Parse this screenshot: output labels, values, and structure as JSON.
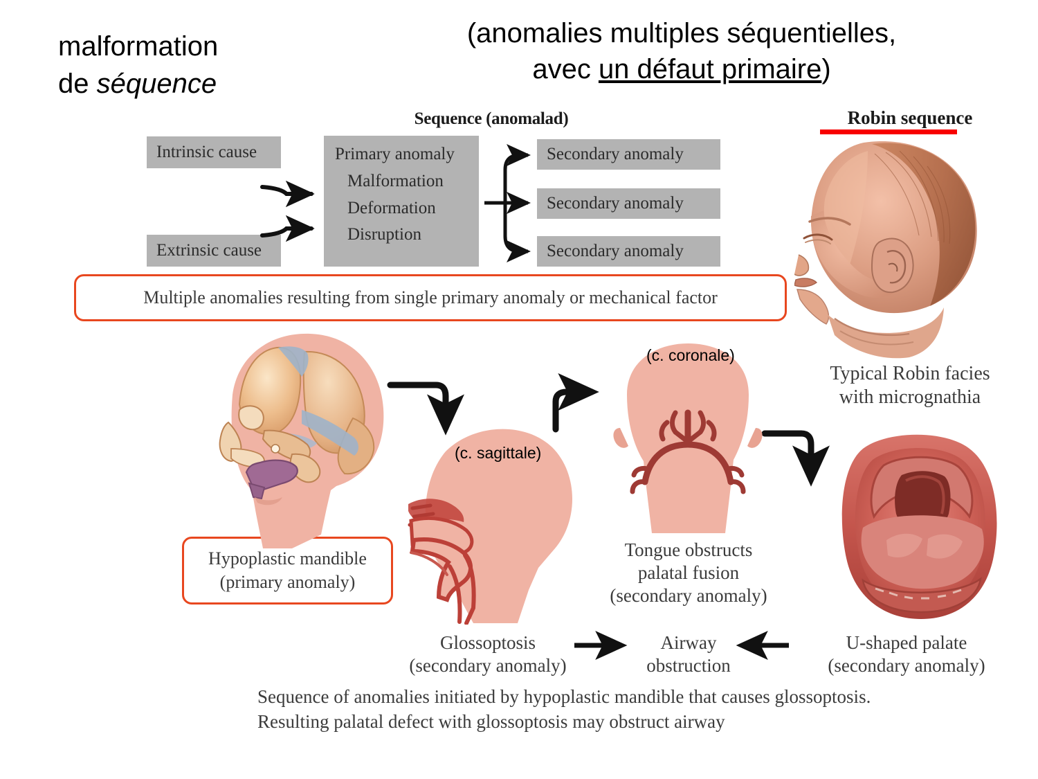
{
  "slide": {
    "title_left_line1": "malformation",
    "title_left_line2_prefix": "de ",
    "title_left_line2_italic": "séquence",
    "title_right_line1": "(anomalies multiples séquentielles,",
    "title_right_line2_prefix": "avec ",
    "title_right_line2_underlined": "un défaut primaire",
    "title_right_line2_suffix": ")"
  },
  "flowchart": {
    "heading": "Sequence (anomalad)",
    "intrinsic_cause": "Intrinsic cause",
    "extrinsic_cause": "Extrinsic cause",
    "primary_anomaly": "Primary anomaly",
    "primary_items": [
      "Malformation",
      "Deformation",
      "Disruption"
    ],
    "secondary_anomaly_1": "Secondary anomaly",
    "secondary_anomaly_2": "Secondary anomaly",
    "secondary_anomaly_3": "Secondary anomaly",
    "box_fill_color": "#b3b3b3"
  },
  "callouts": {
    "multiple_anomalies": "Multiple anomalies resulting from single primary anomaly or mechanical factor",
    "hypoplastic_mandible_line1": "Hypoplastic mandible",
    "hypoplastic_mandible_line2": "(primary anomaly)",
    "border_color": "#e8471f"
  },
  "robin": {
    "heading": "Robin sequence",
    "underline_color": "#f80000",
    "facies_caption_line1": "Typical Robin facies",
    "facies_caption_line2": "with micrognathia"
  },
  "annotations": {
    "coronal": "(c. coronale)",
    "sagittal": "(c. sagittale)"
  },
  "figure_captions": {
    "tongue_line1": "Tongue obstructs",
    "tongue_line2": "palatal fusion",
    "tongue_line3": "(secondary anomaly)",
    "glossoptosis_line1": "Glossoptosis",
    "glossoptosis_line2": "(secondary anomaly)",
    "airway_line1": "Airway",
    "airway_line2": "obstruction",
    "upalate_line1": "U-shaped palate",
    "upalate_line2": "(secondary anomaly)",
    "bottom_line1": "Sequence of anomalies initiated by hypoplastic mandible that causes glossoptosis.",
    "bottom_line2": "Resulting palatal defect with glossoptosis may obstruct airway"
  },
  "palette": {
    "skin": "#f0b3a4",
    "skin_dark": "#d98f7f",
    "bone": "#e8b583",
    "suture": "#9fb2c9",
    "tongue_purple": "#a06a94",
    "palate_red": "#c2473f",
    "arrow_black": "#111111"
  }
}
